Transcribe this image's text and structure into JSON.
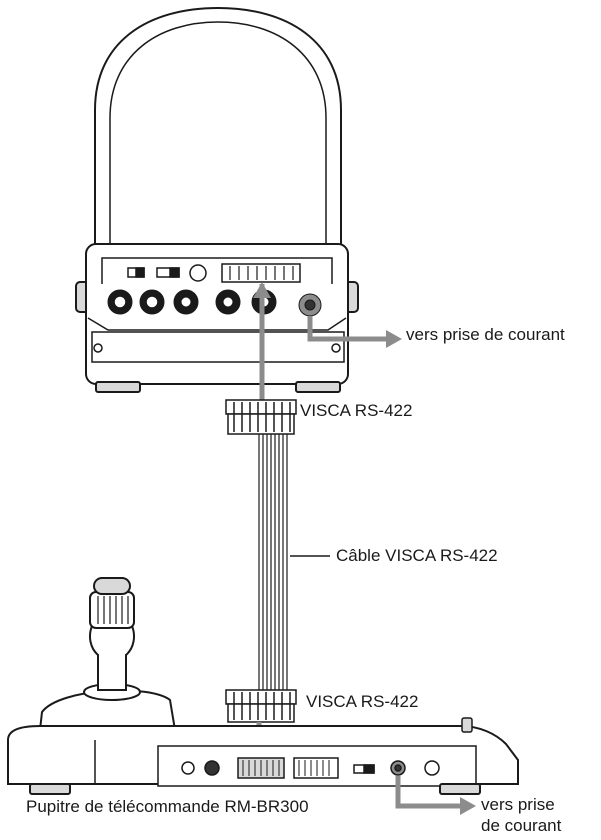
{
  "labels": {
    "camera_power": "vers prise de courant",
    "connector_top": "VISCA RS-422",
    "cable": "Câble VISCA RS-422",
    "connector_bottom": "VISCA RS-422",
    "remote_panel": "Pupitre de télécommande RM-BR300",
    "panel_power_line1": "vers prise",
    "panel_power_line2": "de courant"
  },
  "colors": {
    "outline": "#1a1a1a",
    "arrow": "#8c8c8c",
    "shade": "#d9d9d9",
    "dark": "#333333"
  }
}
